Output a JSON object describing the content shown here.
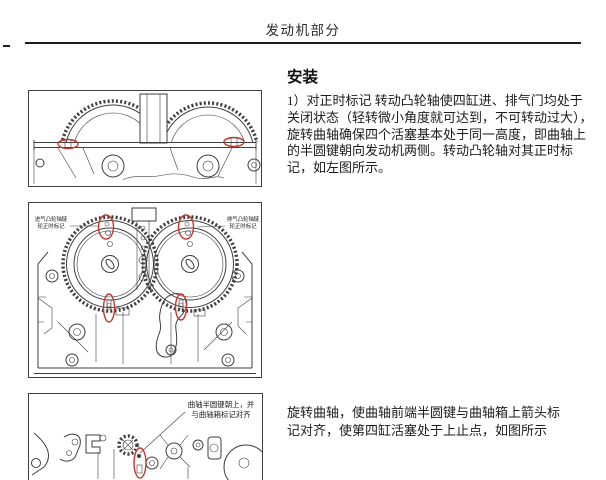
{
  "header": {
    "title": "发动机部分"
  },
  "install": {
    "heading": "安装",
    "para_lines": [
      "1）对正时标记 转动凸轮轴使四缸进、排气门均处于",
      "关闭状态（轻转微小角度就可达到，不可转动过大），",
      "旋转曲轴确保四个活塞基本处于同一高度，即曲轴上",
      "的半圆键朝向发动机两侧。转动凸轮轴对其正时标",
      "记，如左图所示。"
    ]
  },
  "crank_step": {
    "para_lines": [
      "旋转曲轴，使曲轴前端半圆键与曲轴箱上箭头标",
      "记对齐，使第四缸活塞处于上止点，如图所示"
    ]
  },
  "figure2": {
    "label_left_lines": [
      "进气凸轮轴链",
      "轮正时标记"
    ],
    "label_right_lines": [
      "排气凸轮轴链",
      "轮正时标记"
    ]
  },
  "figure3": {
    "label_lines": [
      "曲轴半圆键朝上，并",
      "与曲轴箱标记对齐"
    ]
  },
  "colors": {
    "highlight": "#c0392b",
    "line": "#3f3f3f"
  }
}
